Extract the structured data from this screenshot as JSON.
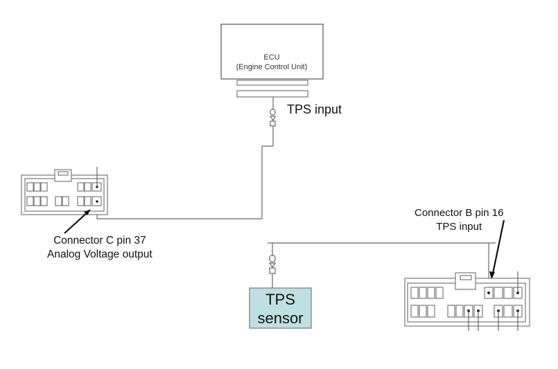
{
  "diagram": {
    "ecu": {
      "title": "ECU",
      "subtitle": "(Engine Control Unit)"
    },
    "labels": {
      "ecu_input": "TPS input",
      "connector_c_line1": "Connector C pin 37",
      "connector_c_line2": "Analog Voltage output",
      "connector_b_line1": "Connector B pin 16",
      "connector_b_line2": "TPS input"
    },
    "sensor": {
      "line1": "TPS",
      "line2": "sensor",
      "fill_color": "#bfe0e3"
    },
    "colors": {
      "wire": "#555555",
      "box_stroke": "#777777",
      "arrow": "#111111"
    }
  }
}
